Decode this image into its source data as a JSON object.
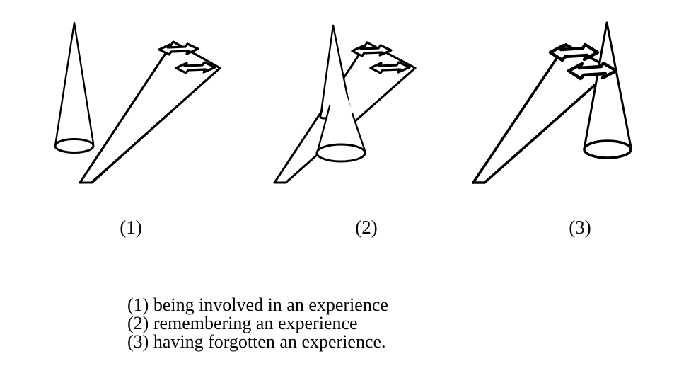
{
  "document": {
    "type": "instructional-diagram",
    "background_color": "#ffffff",
    "ink_color": "#000000"
  },
  "figures": {
    "count": 3,
    "items": [
      {
        "label": "(1)",
        "meaning": "being involved in an experience",
        "cone_position": "left-of-plane",
        "plane_relation": "cone stands apart, plane edge touches cone side",
        "arrow_count": 2,
        "arrow_direction": "left"
      },
      {
        "label": "(2)",
        "meaning": "remembering an experience",
        "cone_position": "intersecting-plane",
        "plane_relation": "plane passes through the cone",
        "arrow_count": 2,
        "arrow_direction": "left"
      },
      {
        "label": "(3)",
        "meaning": "having forgotten an experience",
        "cone_position": "right-of-plane",
        "plane_relation": "plane has moved past the cone",
        "arrow_count": 2,
        "arrow_direction": "left"
      }
    ]
  },
  "caption": {
    "lines": [
      "(1) being involved in an experience",
      "(2) remembering an experience",
      "(3) having forgotten an experience."
    ]
  }
}
